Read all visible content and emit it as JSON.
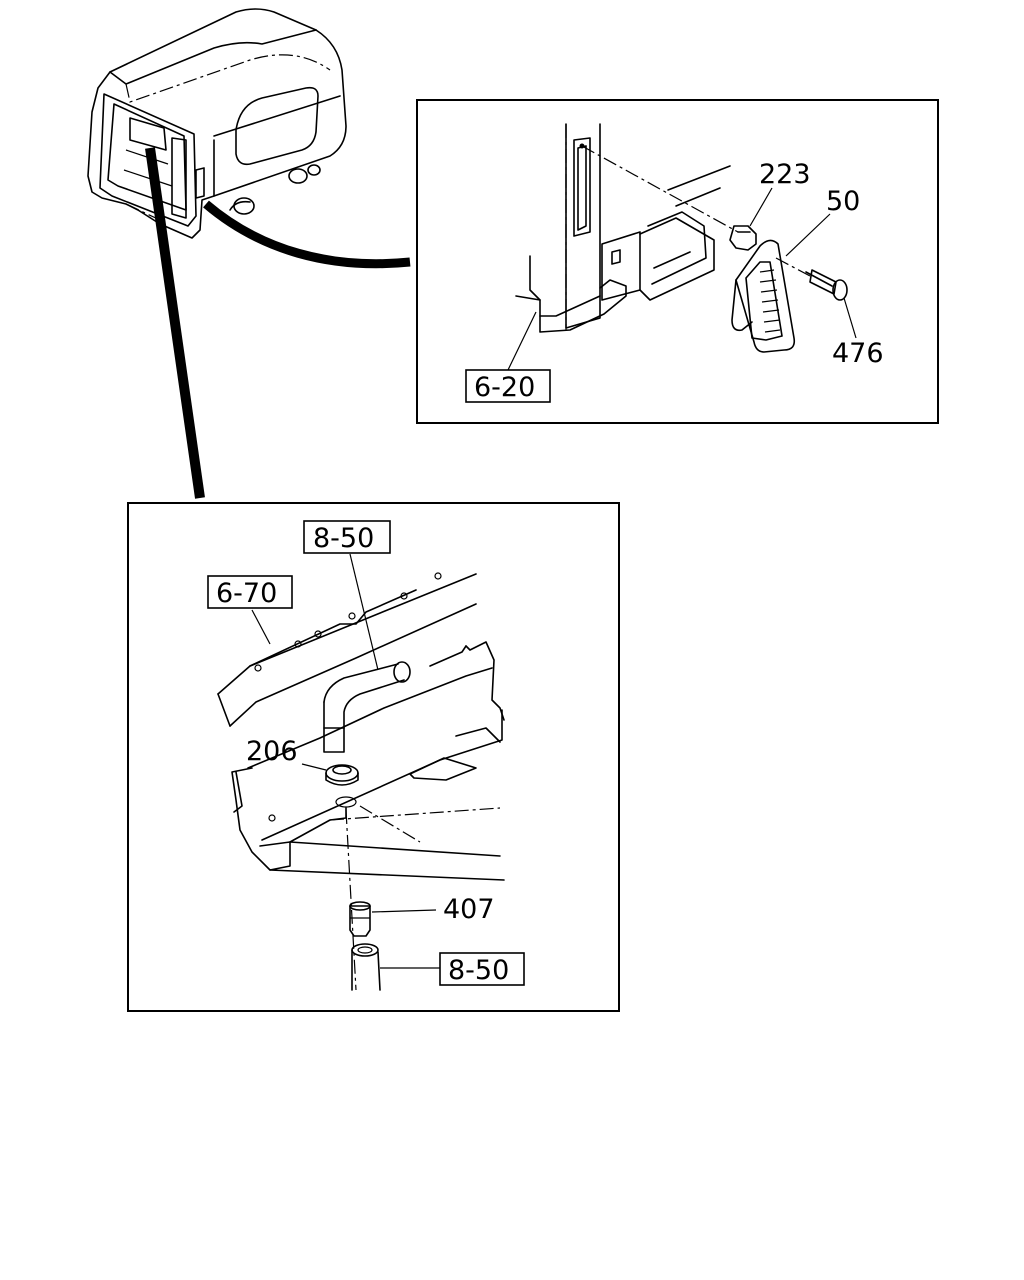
{
  "callouts": {
    "part_223": "223",
    "part_50": "50",
    "part_476": "476",
    "ref_6_20": "6-20",
    "ref_8_50_top": "8-50",
    "ref_6_70": "6-70",
    "part_206": "206",
    "part_407": "407",
    "ref_8_50_bottom": "8-50"
  }
}
